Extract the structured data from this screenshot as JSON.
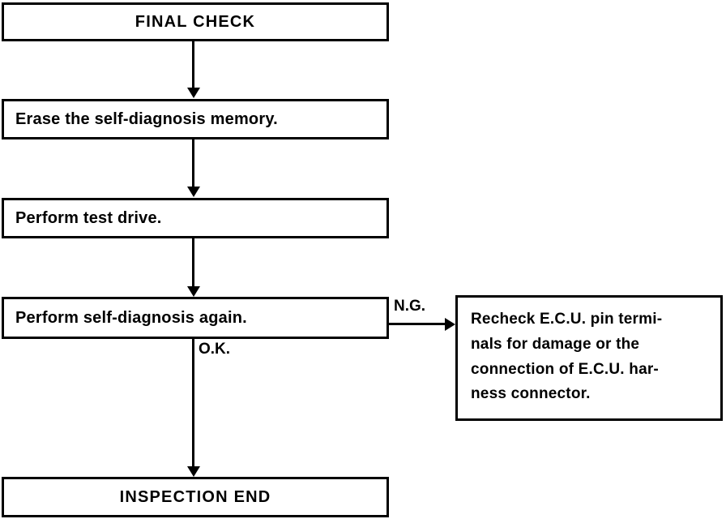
{
  "diagram": {
    "title": "FINAL CHECK",
    "type": "flowchart",
    "nodes": [
      {
        "id": "final-check",
        "label": "FINAL CHECK",
        "shape": "rectangle",
        "align": "center"
      },
      {
        "id": "erase-memory",
        "label": "Erase the self-diagnosis memory.",
        "shape": "rectangle",
        "align": "left"
      },
      {
        "id": "test-drive",
        "label": "Perform test drive.",
        "shape": "rectangle",
        "align": "left"
      },
      {
        "id": "self-diagnosis",
        "label": "Perform self-diagnosis again.",
        "shape": "rectangle",
        "align": "left"
      },
      {
        "id": "recheck-ecu",
        "label": "Recheck E.C.U. pin termi-\nnals for damage or the\nconnection of E.C.U. har-\nness connector.",
        "shape": "rectangle",
        "align": "left"
      },
      {
        "id": "inspection-end",
        "label": "INSPECTION END",
        "shape": "rectangle",
        "align": "center"
      }
    ],
    "edges": [
      {
        "from": "final-check",
        "to": "erase-memory",
        "label": "",
        "direction": "down"
      },
      {
        "from": "erase-memory",
        "to": "test-drive",
        "label": "",
        "direction": "down"
      },
      {
        "from": "test-drive",
        "to": "self-diagnosis",
        "label": "",
        "direction": "down"
      },
      {
        "from": "self-diagnosis",
        "to": "recheck-ecu",
        "label": "N.G.",
        "direction": "right"
      },
      {
        "from": "self-diagnosis",
        "to": "inspection-end",
        "label": "O.K.",
        "direction": "down"
      }
    ],
    "edge_labels": {
      "ng": "N.G.",
      "ok": "O.K."
    },
    "colors": {
      "stroke": "#000000",
      "fill": "#ffffff",
      "text": "#000000"
    }
  }
}
